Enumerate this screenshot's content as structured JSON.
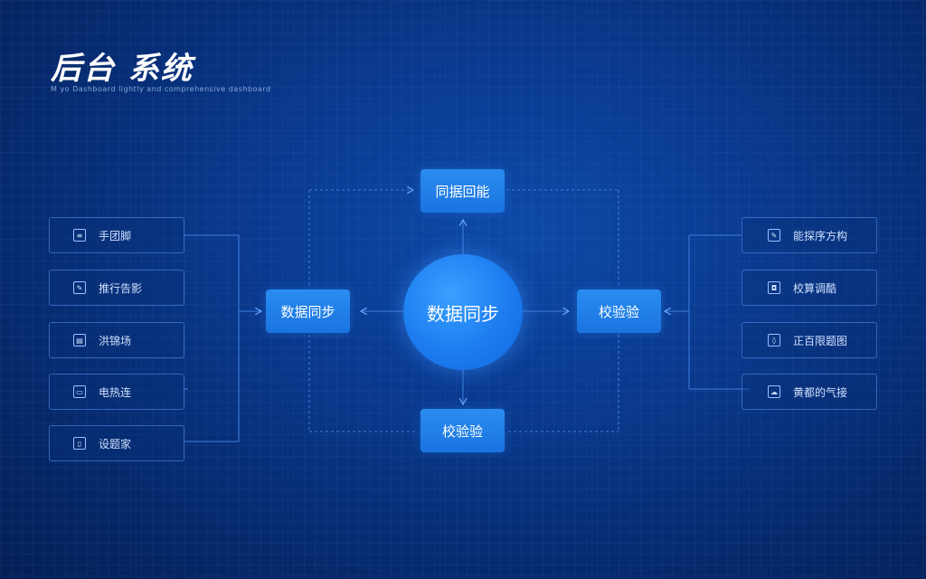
{
  "header": {
    "title": "后台 系统",
    "subtitle": "M yo  Dashboard lightly and  comprehensive dashboard"
  },
  "center_node": {
    "label": "数据同步"
  },
  "nodes": {
    "top": "同据回能",
    "left": "数据同步",
    "right": "校验验",
    "bottom": "校验验"
  },
  "left_items": [
    {
      "label": "手团脚",
      "icon": "document-icon"
    },
    {
      "label": "推行告影",
      "icon": "edit-icon"
    },
    {
      "label": "洪锦场",
      "icon": "table-icon"
    },
    {
      "label": "电热连",
      "icon": "chat-icon"
    },
    {
      "label": "设题家",
      "icon": "file-icon"
    }
  ],
  "right_items": [
    {
      "label": "能探序方构",
      "icon": "edit-icon"
    },
    {
      "label": "校算调酷",
      "icon": "lock-icon"
    },
    {
      "label": "正百限题图",
      "icon": "shield-icon"
    },
    {
      "label": "黄都的气接",
      "icon": "cloud-icon"
    }
  ],
  "colors": {
    "background": "#0a3a8f",
    "node": "#1f80e8",
    "center": "#1c7cf0",
    "line": "#3f7fe0",
    "side_border": "#5a96f0"
  }
}
